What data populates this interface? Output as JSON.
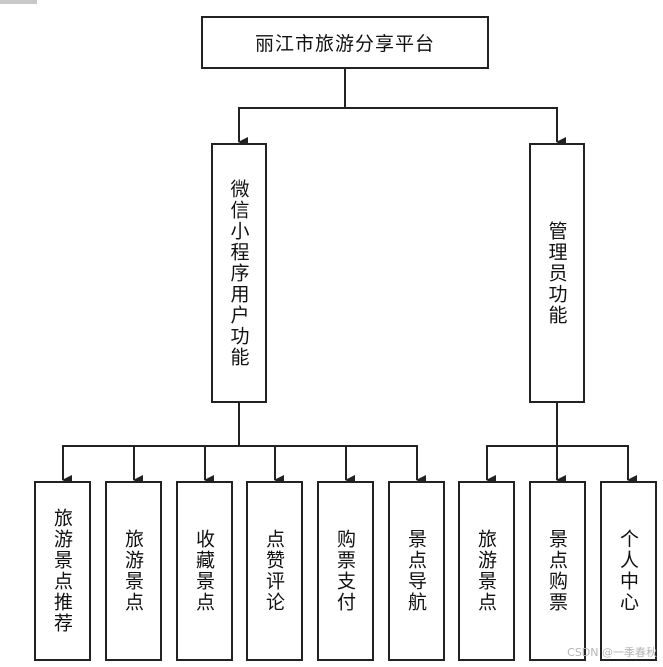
{
  "diagram": {
    "root": {
      "label": "丽江市旅游分享平台"
    },
    "branches": [
      {
        "label": "微信小程序用户功能",
        "children": [
          "旅游景点推荐",
          "旅游景点",
          "收藏景点",
          "点赞评论",
          "购票支付",
          "景点导航"
        ]
      },
      {
        "label": "管理员功能",
        "children": [
          "旅游景点",
          "景点购票",
          "个人中心"
        ]
      }
    ]
  },
  "watermark": "CSDN @一季春秋",
  "colors": {
    "line": "#222222",
    "background": "#ffffff"
  }
}
